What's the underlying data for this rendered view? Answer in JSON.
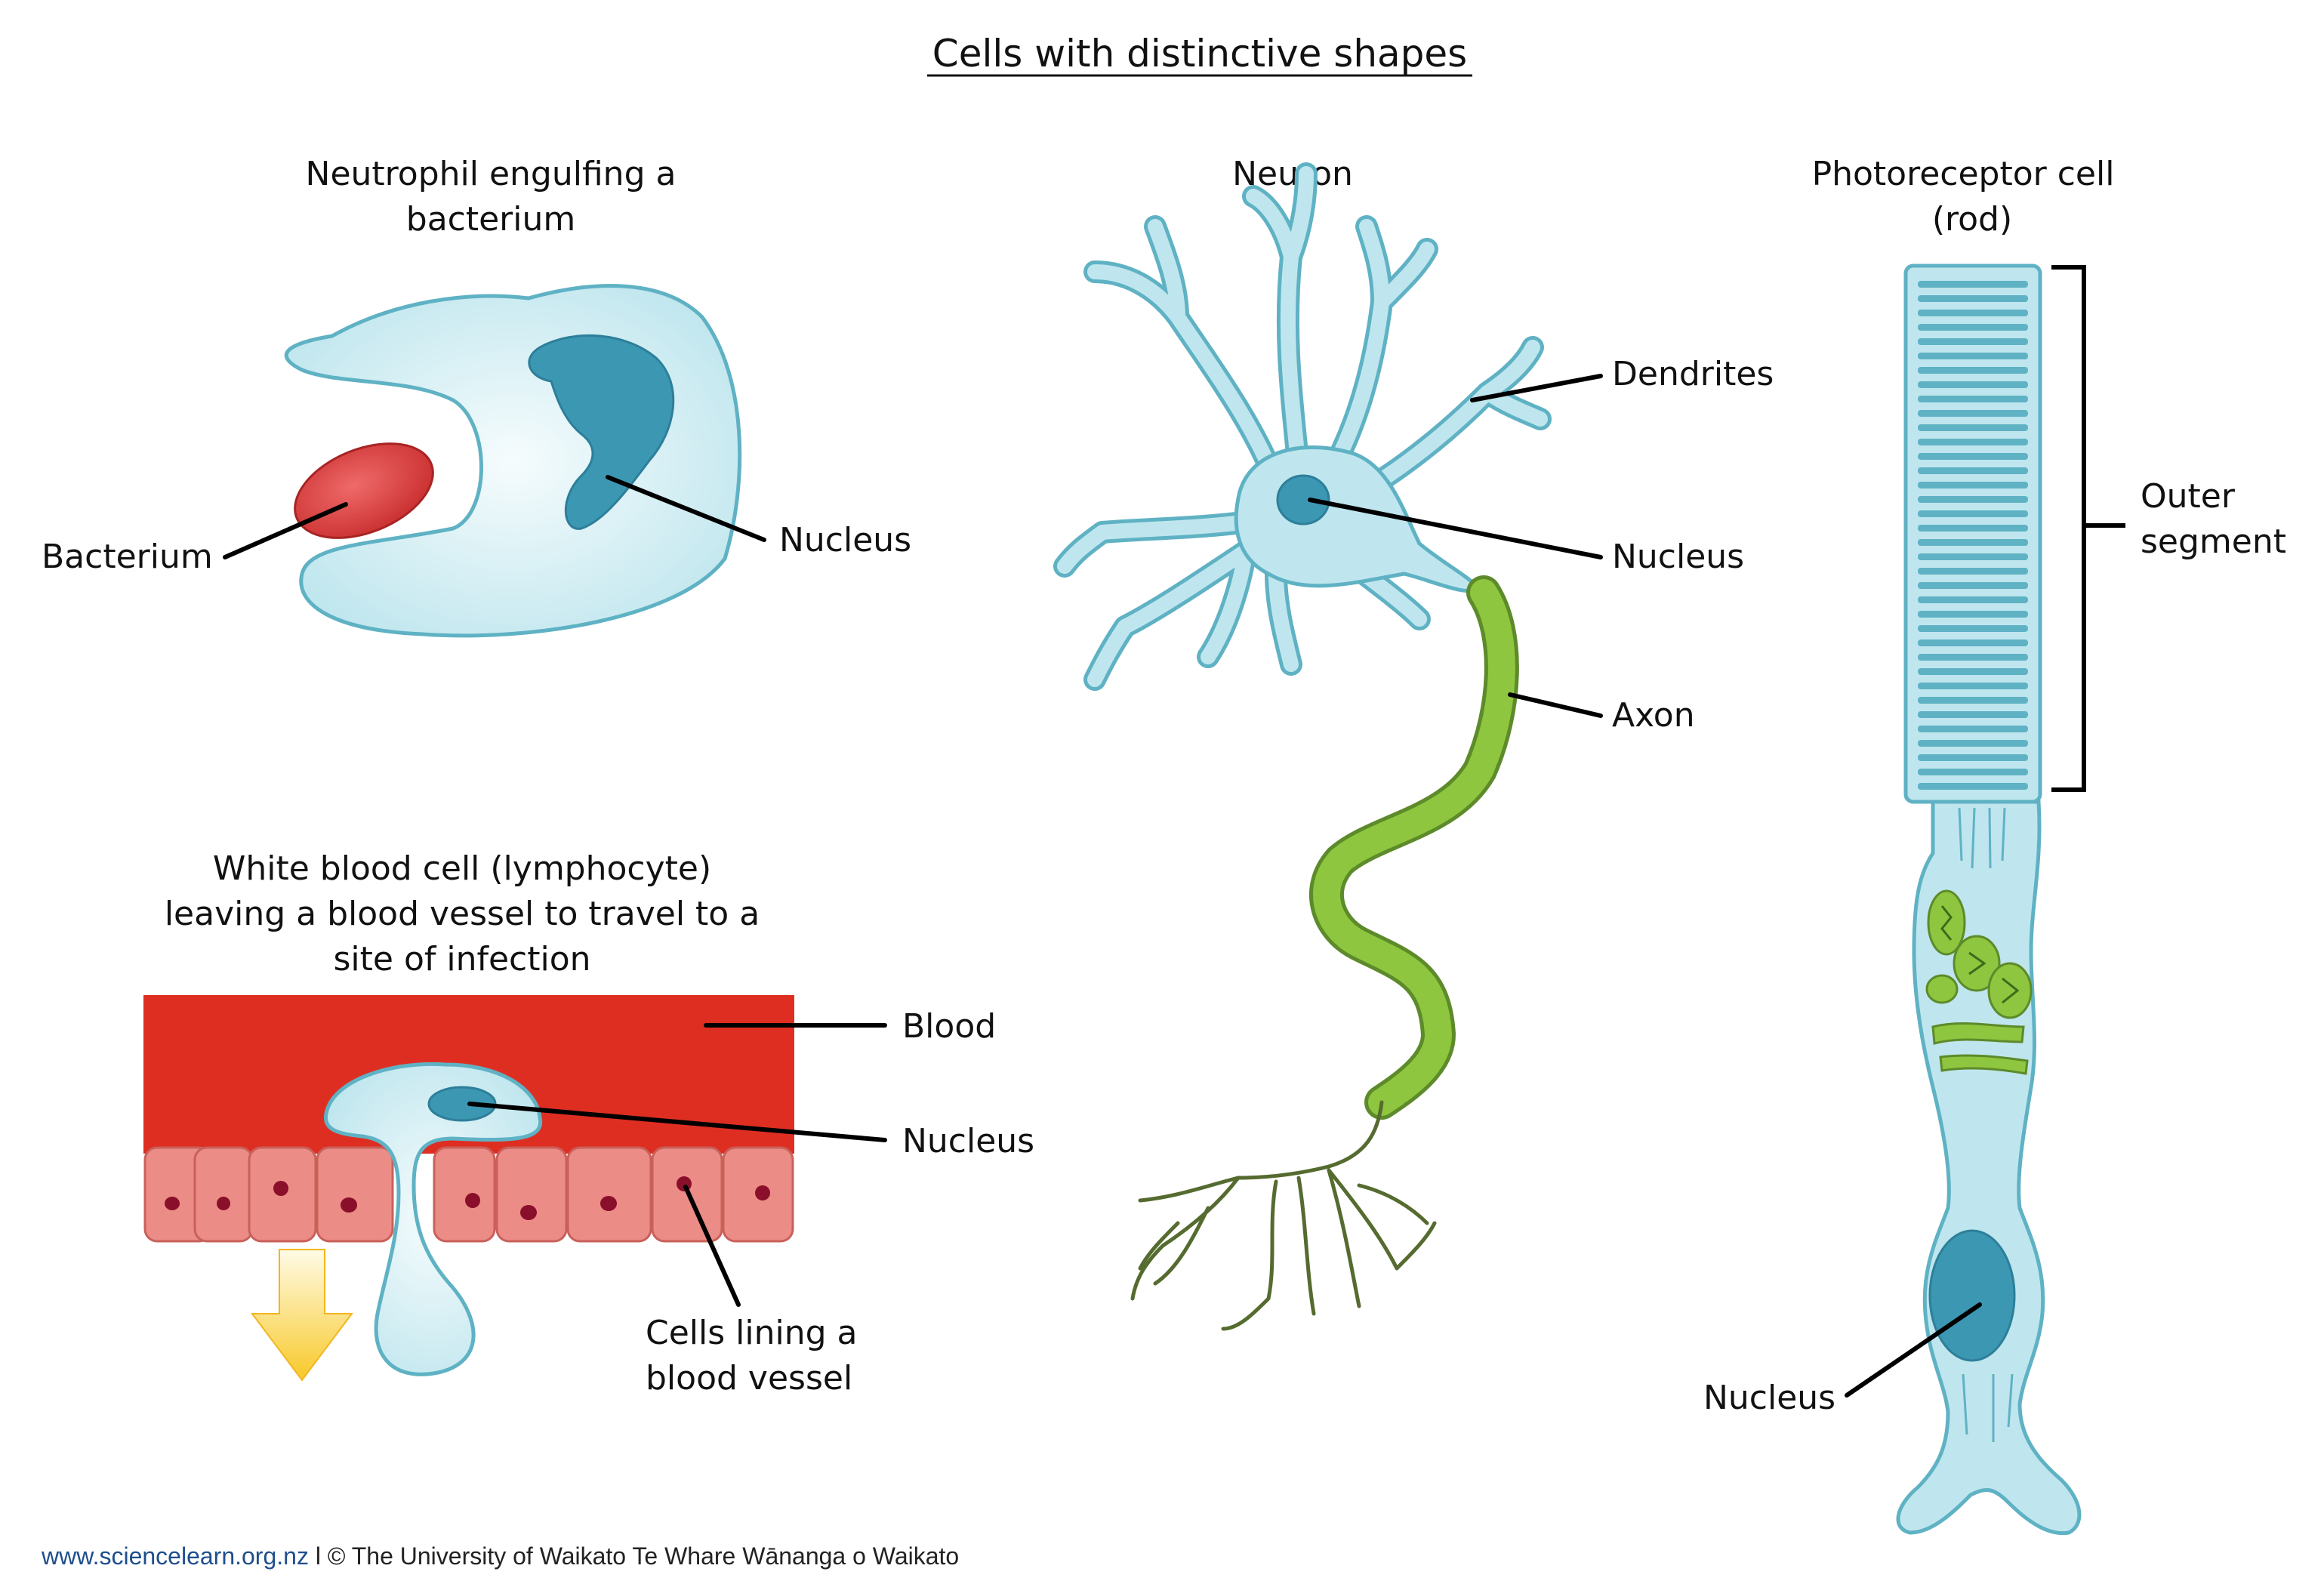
{
  "title": "Cells with distinctive shapes",
  "panels": {
    "neutrophil": {
      "heading": [
        "Neutrophil engulfing a",
        "bacterium"
      ],
      "labels": {
        "bacterium": "Bacterium",
        "nucleus": "Nucleus"
      }
    },
    "lymphocyte": {
      "heading": [
        "White blood cell (lymphocyte)",
        "leaving a blood vessel to travel to a",
        "site of infection"
      ],
      "labels": {
        "blood": "Blood",
        "nucleus": "Nucleus",
        "lining": [
          "Cells lining a",
          "blood vessel"
        ]
      }
    },
    "neuron": {
      "heading": "Neuron",
      "labels": {
        "dendrites": "Dendrites",
        "nucleus": "Nucleus",
        "axon": "Axon"
      }
    },
    "photoreceptor": {
      "heading": [
        "Photoreceptor cell",
        "(rod)"
      ],
      "labels": {
        "outer_segment": [
          "Outer",
          "segment"
        ],
        "nucleus": "Nucleus"
      }
    }
  },
  "footer": {
    "url": "www.sciencelearn.org.nz",
    "separator": " l ",
    "credit": "© The University of Waikato Te Whare Wānanga o Waikato"
  },
  "colors": {
    "cell_fill": "#bfe6ee",
    "cell_stroke": "#5fb2c4",
    "nucleus": "#3c97b3",
    "bacterium": "#d93a3a",
    "blood": "#de2e22",
    "lining": "#ec8c86",
    "axon_sheath": "#8ec63f",
    "axon_terminal": "#556b2f",
    "arrow": "#fbd43a"
  }
}
